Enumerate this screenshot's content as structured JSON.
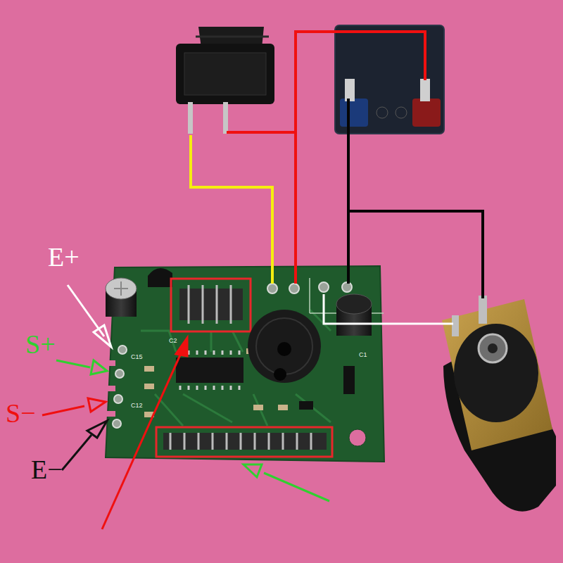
{
  "diagram": {
    "labels": [
      "E+",
      "S+",
      "S−",
      "E−",
      "C15",
      "C2",
      "C12",
      "C1"
    ]
  }
}
